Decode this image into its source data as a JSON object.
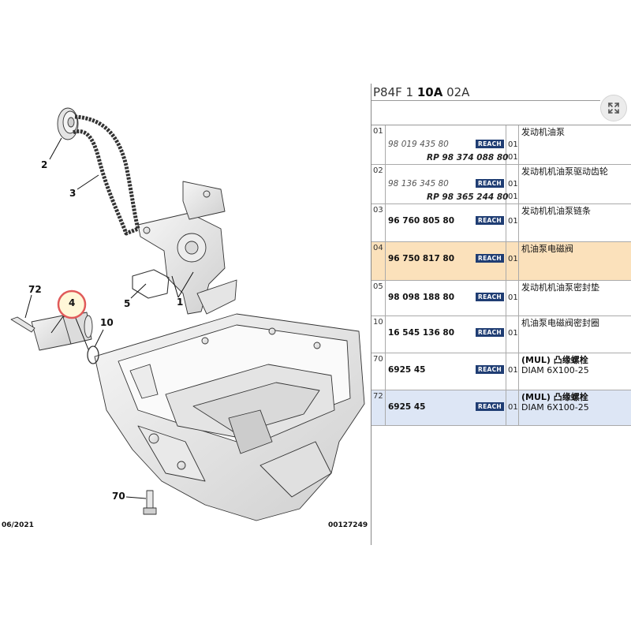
{
  "header": {
    "ref_prefix": "P84F 1 ",
    "ref_bold": "10A",
    "ref_suffix": " 02A"
  },
  "diagram": {
    "callouts": [
      "2",
      "3",
      "5",
      "1",
      "72",
      "4",
      "10",
      "70"
    ],
    "highlighted_callout": "4",
    "date": "06/2021",
    "doc_number": "00127249"
  },
  "parts": [
    {
      "index": "01",
      "old_ref": "98 019 435 80",
      "new_ref": "RP 98 374 088 80",
      "qty1": "01",
      "qty2": "01",
      "badge": "REACH",
      "description": "发动机油泵",
      "highlight": ""
    },
    {
      "index": "02",
      "old_ref": "98 136 345 80",
      "new_ref": "RP 98 365 244 80",
      "qty1": "01",
      "qty2": "01",
      "badge": "REACH",
      "description": "发动机机油泵驱动齿轮",
      "highlight": ""
    },
    {
      "index": "03",
      "ref": "96 760 805 80",
      "qty": "01",
      "badge": "REACH",
      "description": "发动机机油泵链条",
      "highlight": ""
    },
    {
      "index": "04",
      "ref": "96 750 817 80",
      "qty": "01",
      "badge": "REACH",
      "description": "机油泵电磁阀",
      "highlight": "#fbe1bb"
    },
    {
      "index": "05",
      "ref": "98 098 188 80",
      "qty": "01",
      "badge": "REACH",
      "description": "发动机机油泵密封垫",
      "highlight": ""
    },
    {
      "index": "10",
      "ref": "16 545 136 80",
      "qty": "01",
      "badge": "REACH",
      "description": "机油泵电磁阀密封圈",
      "highlight": ""
    },
    {
      "index": "70",
      "ref": "6925 45",
      "qty": "01",
      "badge": "REACH",
      "description_bold": "(MUL) 凸缘螺栓",
      "description_line2": "DIAM 6X100-25",
      "highlight": ""
    },
    {
      "index": "72",
      "ref": "6925 45",
      "qty": "01",
      "badge": "REACH",
      "description_bold": "(MUL) 凸缘螺栓",
      "description_line2": "DIAM 6X100-25",
      "highlight": "#dde6f5"
    }
  ],
  "colors": {
    "reach_badge": "#1f3d73",
    "highlight_orange": "#fbe1bb",
    "highlight_blue": "#dde6f5",
    "callout_circle": "#e05a5a"
  },
  "icons": {
    "zoom": "zoom-expand-icon"
  }
}
